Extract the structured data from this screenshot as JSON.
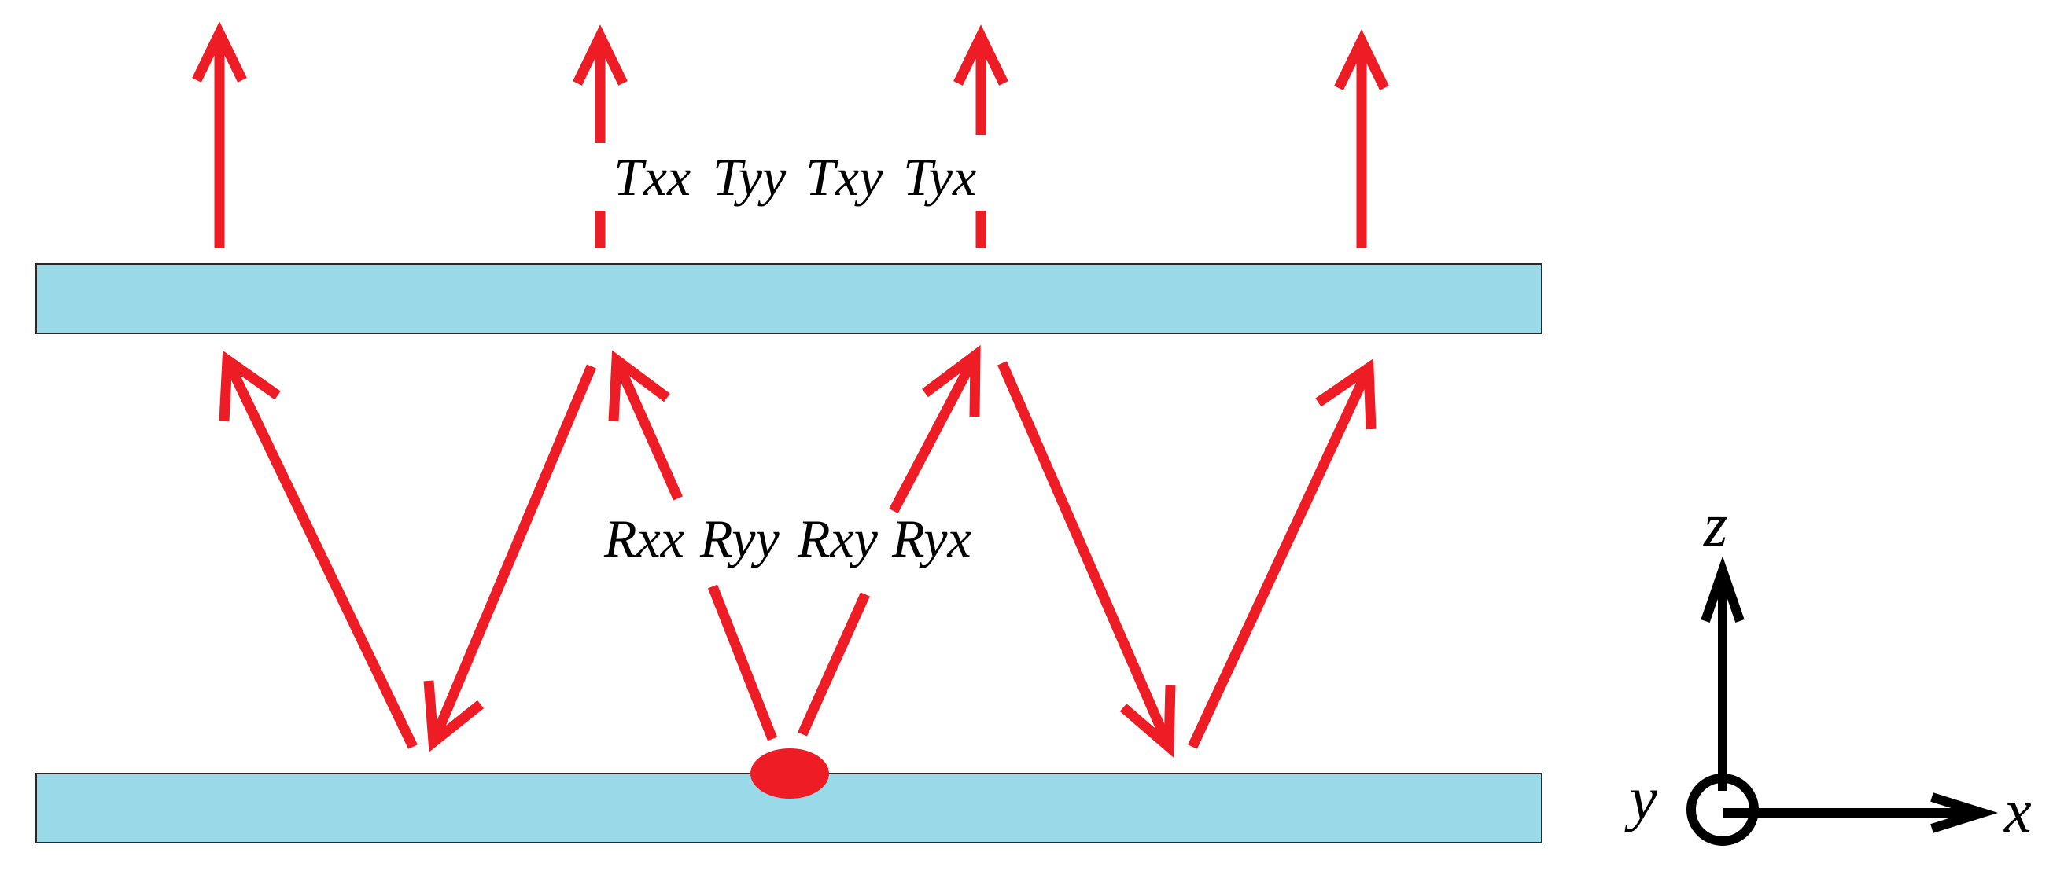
{
  "labels": {
    "transmission": [
      "Txx",
      "Tyy",
      "Txy",
      "Tyx"
    ],
    "reflection": [
      "Rxx",
      "Ryy",
      "Rxy",
      "Ryx"
    ]
  },
  "axes": {
    "z": "z",
    "x": "x",
    "y": "y"
  },
  "colors": {
    "slab": "#9ad9e8",
    "rays": "#ee1c25",
    "axes": "#000000"
  }
}
